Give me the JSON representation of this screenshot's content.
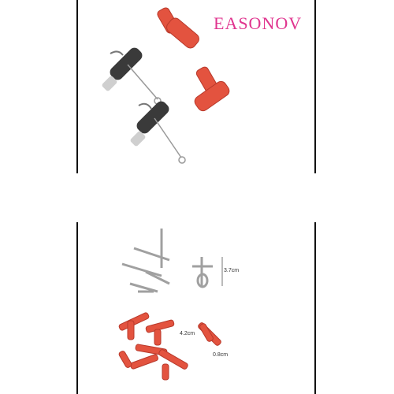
{
  "brand": {
    "text": "EASONOV",
    "color": "#e0358f"
  },
  "dimensions": {
    "length_label": "4.2cm",
    "diameter_label": "0.8cm",
    "height_label": "3.7cm"
  },
  "colors": {
    "connector_red": "#e3533f",
    "connector_dark": "#c23a2a",
    "metal_light": "#d9d9d9",
    "metal_dark": "#3a3a3a"
  },
  "icons": [
    "water-nipple-drinker",
    "tee-connector"
  ]
}
